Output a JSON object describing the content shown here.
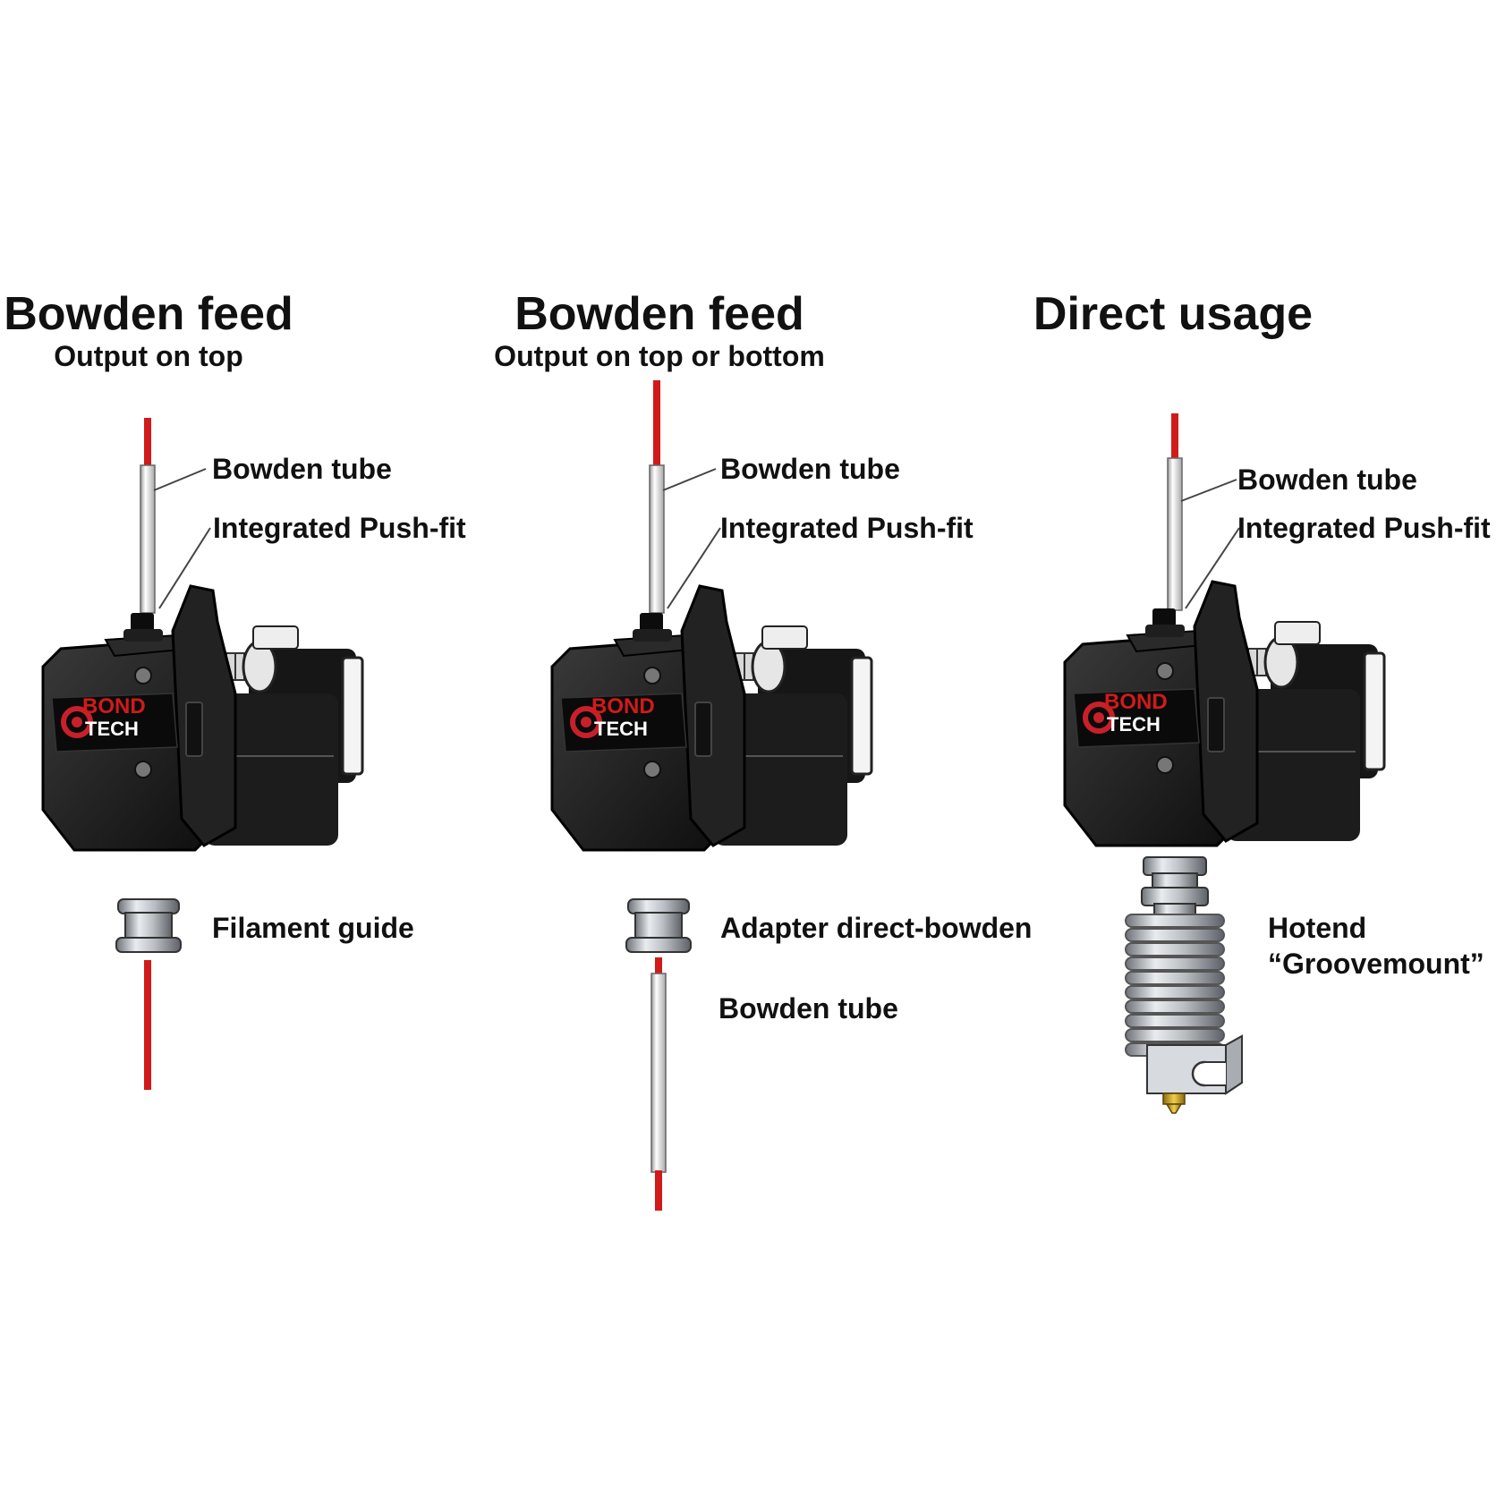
{
  "panels": [
    {
      "title": "Bowden feed",
      "subtitle": "Output on top",
      "labels": {
        "tube": "Bowden tube",
        "pushfit": "Integrated Push-fit",
        "bottom_part": "Filament guide"
      }
    },
    {
      "title": "Bowden feed",
      "subtitle": "Output on top or bottom",
      "labels": {
        "tube": "Bowden tube",
        "pushfit": "Integrated Push-fit",
        "bottom_part": "Adapter direct-bowden",
        "bottom_tube": "Bowden tube"
      }
    },
    {
      "title": "Direct usage",
      "subtitle": "",
      "labels": {
        "tube": "Bowden tube",
        "pushfit": "Integrated Push-fit",
        "hotend_line1": "Hotend",
        "hotend_line2": "“Groovemount”"
      }
    }
  ],
  "logo": {
    "line1": "BOND",
    "line2": "TECH"
  },
  "colors": {
    "filament": "#d11a1a",
    "extruder_body": "#1a1a1a",
    "tube": "#e8e8e8",
    "metal": "#b9bdc2"
  }
}
